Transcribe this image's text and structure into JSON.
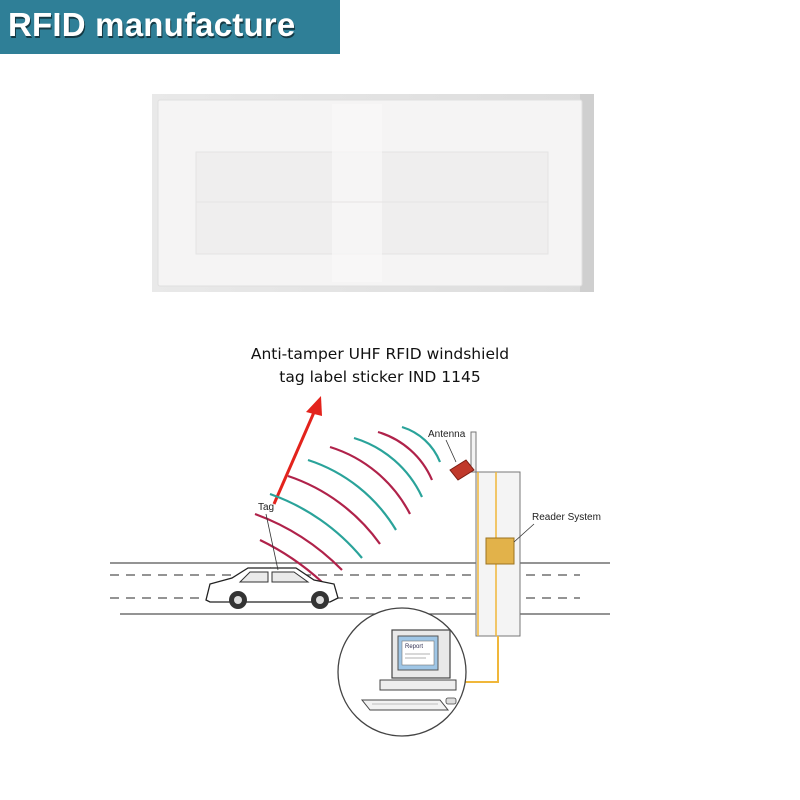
{
  "banner": {
    "title": "RFID manufacture"
  },
  "caption": {
    "line1": "Anti-tamper UHF RFID windshield",
    "line2": "tag label sticker IND 1145"
  },
  "diagram": {
    "antenna_label": "Antenna",
    "tag_label": "Tag",
    "reader_label": "Reader System",
    "monitor_text": "Report"
  },
  "colors": {
    "banner": "#2f7f97",
    "arrow": "#e3231c",
    "wave_teal": "#2aa39a",
    "wave_red": "#b0224a",
    "reader_box": "#e2b24a",
    "cable": "#f0b73a"
  }
}
